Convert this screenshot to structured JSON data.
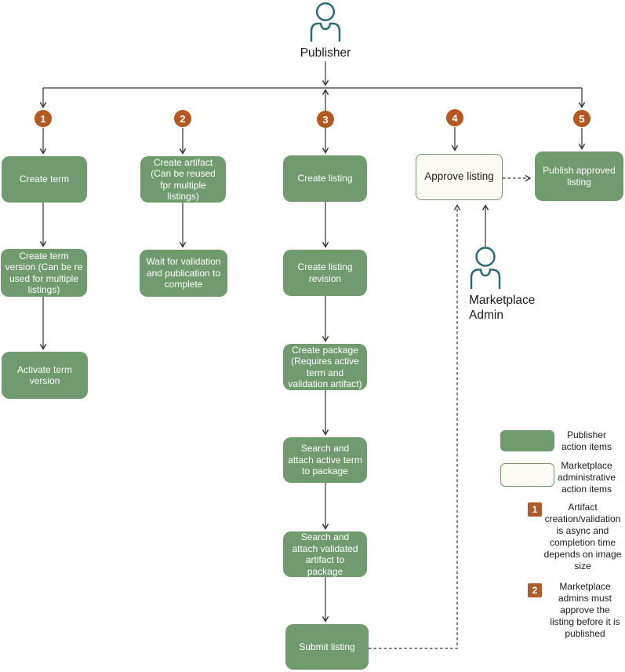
{
  "colors": {
    "publisher_box_green": "#6f9b6f",
    "admin_box_ivory": "#fbfbf3",
    "step_badge_orange": "#b5581f",
    "note_badge_orange": "#ae5a29",
    "person_icon_teal": "#2a6b74",
    "connector_line": "#333333"
  },
  "actors": {
    "publisher": {
      "label": "Publisher"
    },
    "admin": {
      "label": "Marketplace Admin"
    }
  },
  "steps": [
    "1",
    "2",
    "3",
    "4",
    "5"
  ],
  "boxes": {
    "create_term": "Create term",
    "create_term_version": "Create term version (Can be re used for multiple listings)",
    "activate_term_version": "Activate term version",
    "create_artifact": "Create artifact (Can be reused fpr multiple listings)",
    "wait_validation": "Wait for validation and publication to complete",
    "create_listing": "Create listing",
    "create_listing_revision": "Create listing revision",
    "create_package": "Create package (Requires active term and validation artifact)",
    "attach_term": "Search and attach active term to package",
    "attach_artifact": "Search and attach validated artifact to package",
    "submit_listing": "Submit listing",
    "approve_listing": "Approve listing",
    "publish_listing": "Publish approved listing"
  },
  "legend": {
    "publisher_swatch_label": "Publisher action items",
    "admin_swatch_label": "Marketplace administrative action items",
    "notes": [
      {
        "number": "1",
        "text": "Artifact creation/validation is async and completion time depends on image size"
      },
      {
        "number": "2",
        "text": "Marketplace admins must approve the listing before it is published"
      }
    ]
  }
}
